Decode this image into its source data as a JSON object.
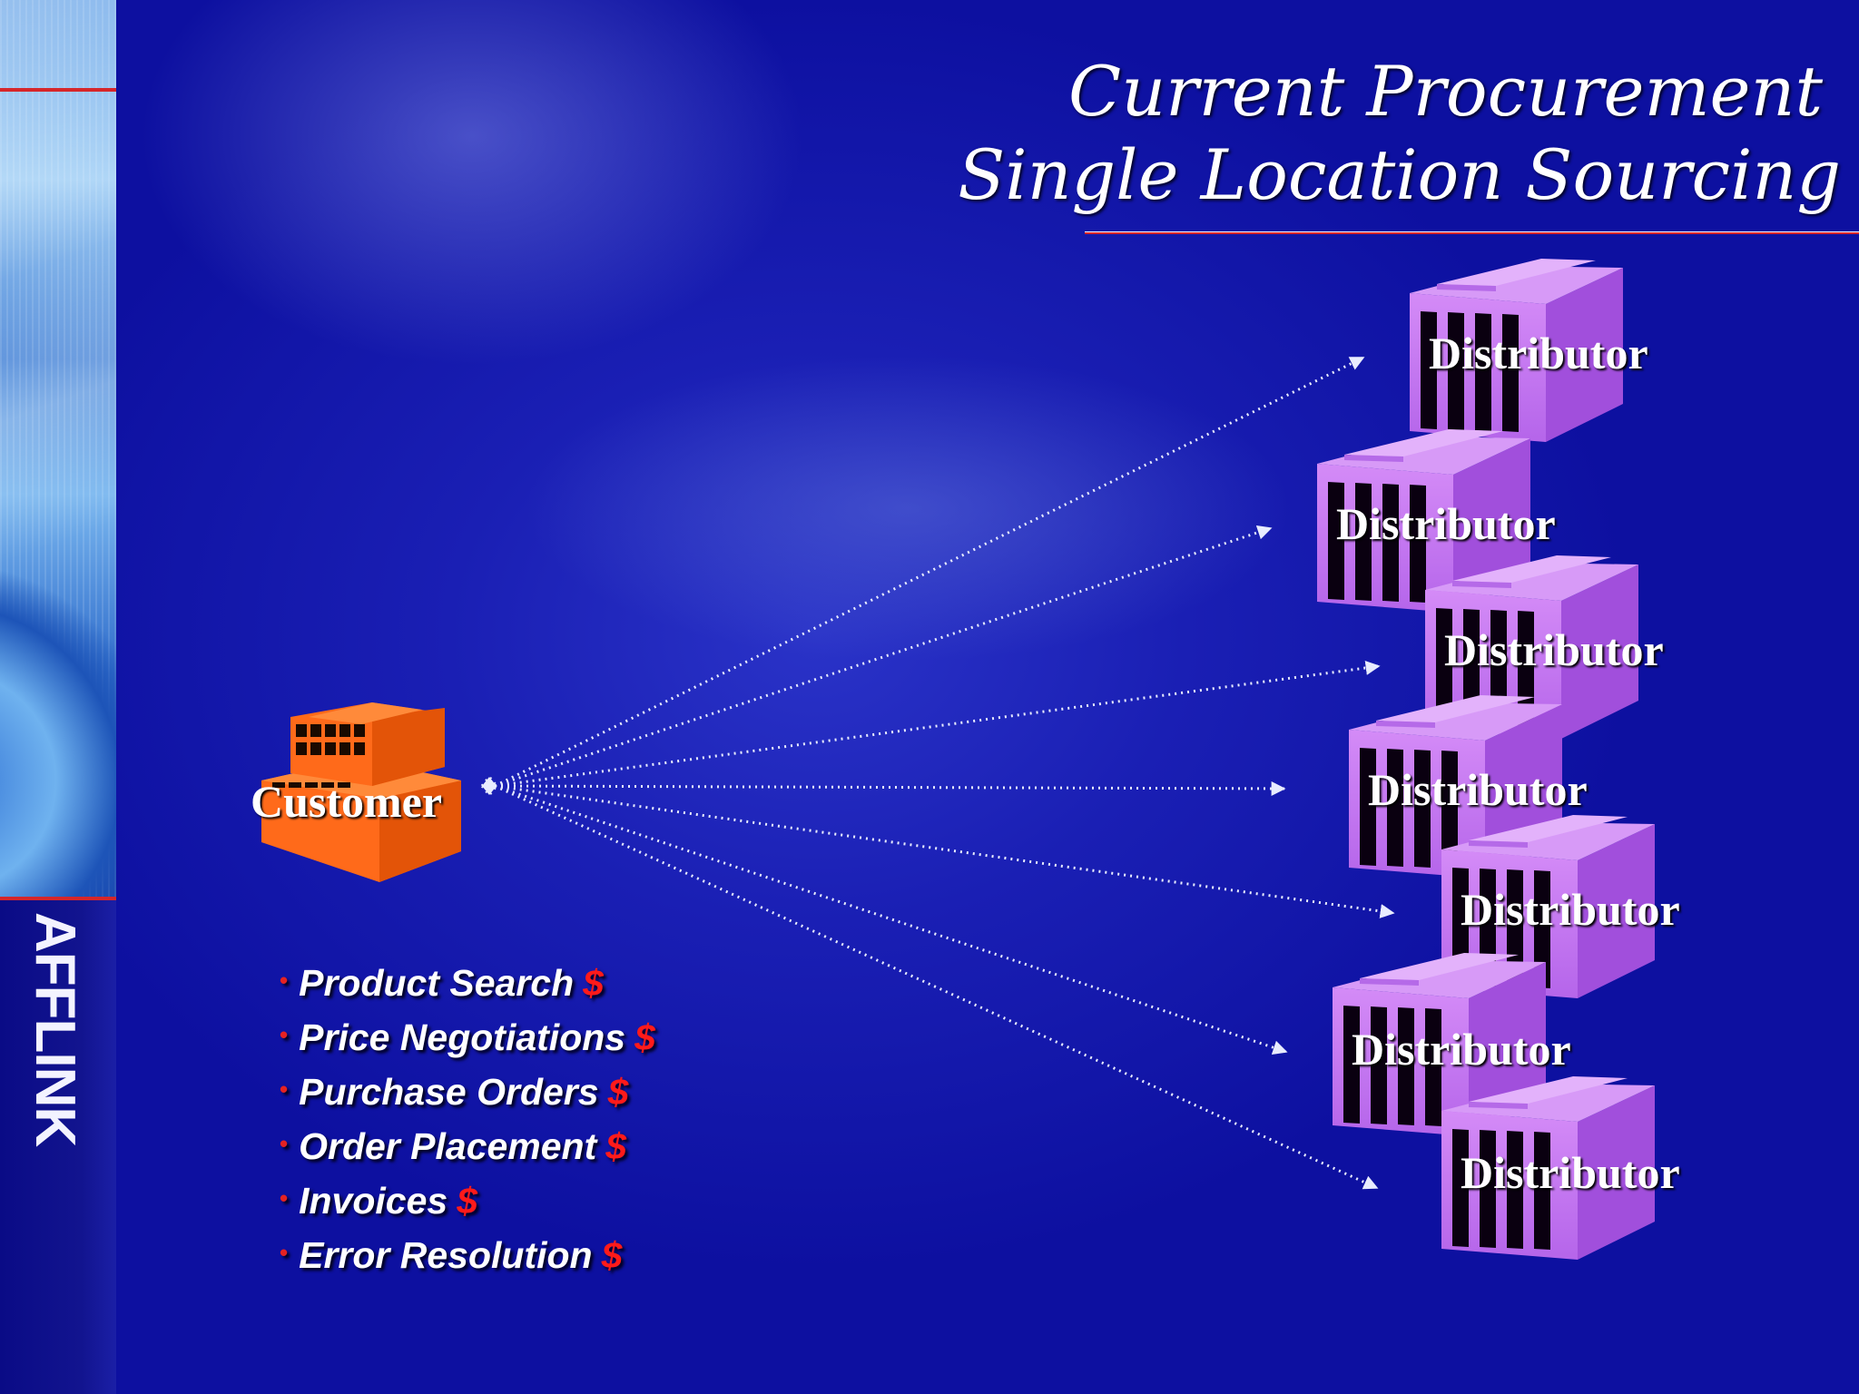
{
  "title": {
    "line1": "Current Procurement",
    "line2": "Single Location Sourcing"
  },
  "logo": "AFFLINK",
  "customer": {
    "label": "Customer",
    "icon": "orange-building-icon",
    "color": "#ff6a1a"
  },
  "distributors": [
    {
      "label": "Distributor"
    },
    {
      "label": "Distributor"
    },
    {
      "label": "Distributor"
    },
    {
      "label": "Distributor"
    },
    {
      "label": "Distributor"
    },
    {
      "label": "Distributor"
    },
    {
      "label": "Distributor"
    }
  ],
  "distributor_icon": "purple-warehouse-icon",
  "distributor_color": "#c77cf2",
  "costs": [
    {
      "label": "Product Search",
      "symbol": "$"
    },
    {
      "label": "Price Negotiations",
      "symbol": "$"
    },
    {
      "label": "Purchase Orders",
      "symbol": "$"
    },
    {
      "label": "Order Placement",
      "symbol": "$"
    },
    {
      "label": "Invoices",
      "symbol": "$"
    },
    {
      "label": "Error Resolution",
      "symbol": "$"
    }
  ],
  "colors": {
    "background": "#1a1fb4",
    "accent": "#d6262a",
    "cost": "#ff1a1a"
  }
}
